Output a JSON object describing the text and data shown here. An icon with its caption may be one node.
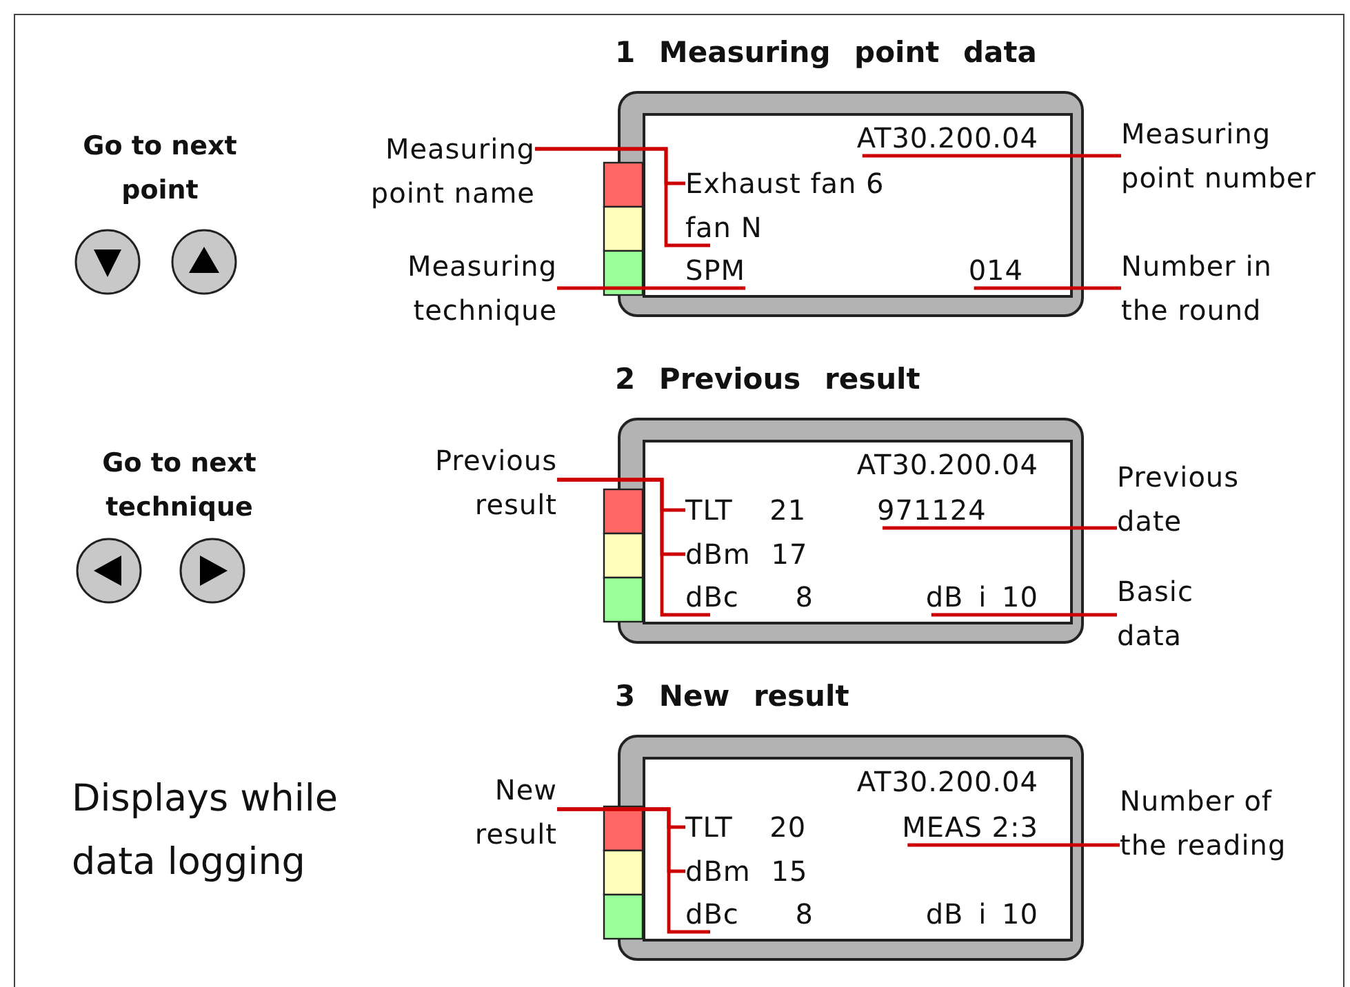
{
  "diagram": {
    "nodes": [
      {
        "text": [
          "1 Measuring point data"
        ]
      },
      {
        "text": [
          "AT30.200.04"
        ],
        "in": 0
      },
      {
        "text": [
          "Exhaust fan 6"
        ],
        "in": 0
      },
      {
        "text": [
          "fan N"
        ],
        "in": 0
      },
      {
        "text": [
          "SPM"
        ],
        "in": 0
      },
      {
        "text": [
          "014"
        ],
        "in": 0
      },
      {
        "text": [
          "Measuring point name"
        ]
      },
      {
        "text": [
          "Measuring technique"
        ]
      },
      {
        "text": [
          "Measuring point number"
        ]
      },
      {
        "text": [
          "Number in the round"
        ]
      },
      {
        "text": [
          "2 Previous result"
        ]
      },
      {
        "text": [
          "AT30.200.04"
        ],
        "in": 10
      },
      {
        "text": [
          "TLT 21"
        ],
        "in": 10
      },
      {
        "text": [
          "971124"
        ],
        "in": 10
      },
      {
        "text": [
          "dBm 17"
        ],
        "in": 10
      },
      {
        "text": [
          "dBc 8"
        ],
        "in": 10
      },
      {
        "text": [
          "dB i 10"
        ],
        "in": 10
      },
      {
        "text": [
          "Previous result"
        ]
      },
      {
        "text": [
          "Previous date"
        ]
      },
      {
        "text": [
          "Basic data"
        ]
      },
      {
        "text": [
          "3 New result"
        ]
      },
      {
        "text": [
          "AT30.200.04"
        ],
        "in": 20
      },
      {
        "text": [
          "TLT 20"
        ],
        "in": 20
      },
      {
        "text": [
          "MEAS 2:3"
        ],
        "in": 20
      },
      {
        "text": [
          "dBm 15"
        ],
        "in": 20
      },
      {
        "text": [
          "dBc 8"
        ],
        "in": 20
      },
      {
        "text": [
          "dB i 10"
        ],
        "in": 20
      },
      {
        "text": [
          "New result"
        ]
      },
      {
        "text": [
          "Number of the reading"
        ]
      }
    ],
    "edges": [
      {
        "from": 6,
        "to": 2,
        "arrow": "none"
      },
      {
        "from": 6,
        "to": 3,
        "arrow": "none"
      },
      {
        "from": 7,
        "to": 4,
        "arrow": "none"
      },
      {
        "from": 8,
        "to": 1,
        "arrow": "none"
      },
      {
        "from": 9,
        "to": 5,
        "arrow": "none"
      },
      {
        "from": 17,
        "to": 12,
        "arrow": "none"
      },
      {
        "from": 17,
        "to": 14,
        "arrow": "none"
      },
      {
        "from": 17,
        "to": 15,
        "arrow": "none"
      },
      {
        "from": 18,
        "to": 13,
        "arrow": "none"
      },
      {
        "from": 19,
        "to": 16,
        "arrow": "none"
      },
      {
        "from": 27,
        "to": 22,
        "arrow": "none"
      },
      {
        "from": 27,
        "to": 24,
        "arrow": "none"
      },
      {
        "from": 27,
        "to": 25,
        "arrow": "none"
      },
      {
        "from": 28,
        "to": 23,
        "arrow": "none"
      }
    ],
    "labels": [
      "Go to next point",
      "Go to next technique",
      "Displays while data logging"
    ]
  }
}
